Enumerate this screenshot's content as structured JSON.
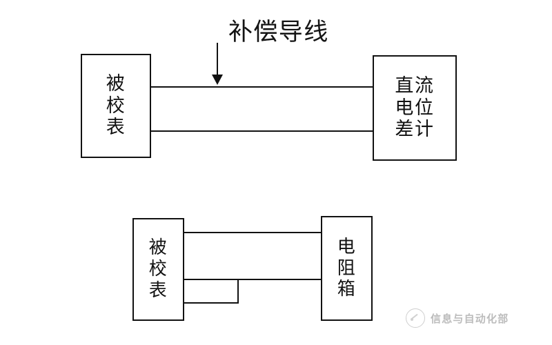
{
  "figure": {
    "background_color": "#ffffff",
    "line_color": "#111111",
    "text_color": "#111111"
  },
  "diagrams": [
    {
      "id": "thermocouple-calibration",
      "annotation": {
        "label": "补偿导线",
        "arrow": "down-arrow-icon"
      },
      "left_box": {
        "name": "device-under-test",
        "lines": [
          "被",
          "校",
          "表"
        ]
      },
      "right_box": {
        "name": "dc-potentiometer",
        "lines": [
          "直流",
          "电位",
          "差计"
        ]
      },
      "wire_count": 2
    },
    {
      "id": "rtd-calibration",
      "left_box": {
        "name": "device-under-test",
        "lines": [
          "被",
          "校",
          "表"
        ]
      },
      "right_box": {
        "name": "resistance-box",
        "lines": [
          "电",
          "阻",
          "箱"
        ]
      },
      "wire_count": 3,
      "jumper": "three-wire-jumper"
    }
  ],
  "watermark": {
    "text": "信息与自动化部",
    "logo": "circular-logo-icon",
    "color": "#b9b9b9"
  }
}
